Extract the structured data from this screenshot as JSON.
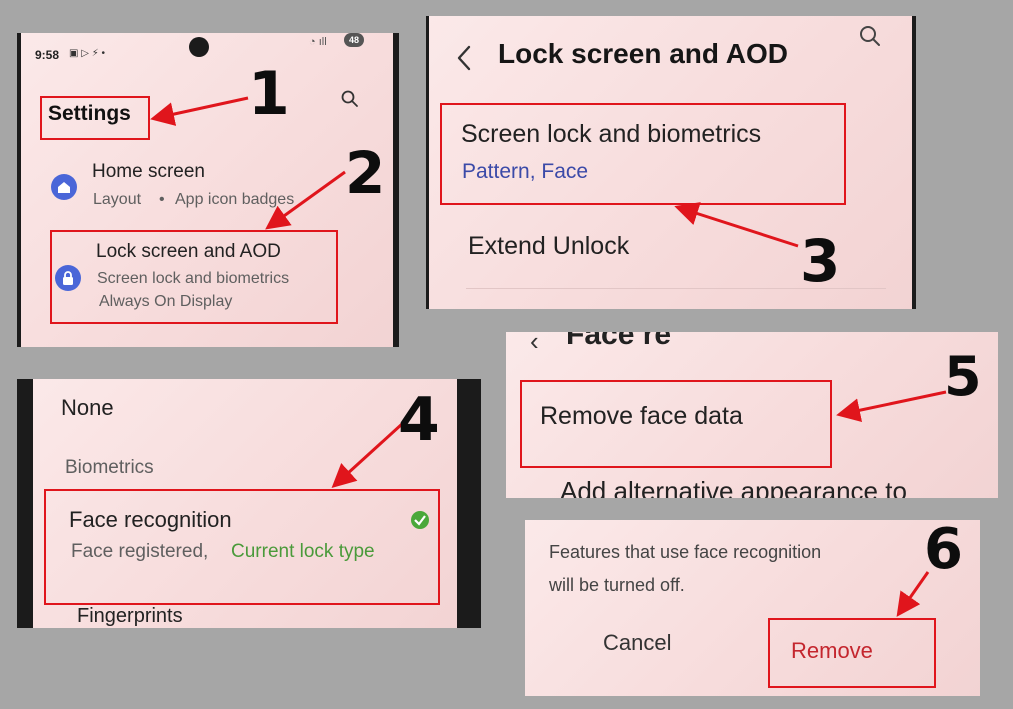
{
  "panel1": {
    "time": "9:58",
    "battery": "48",
    "title": "Settings",
    "home_title": "Home screen",
    "home_sub_1": "Layout",
    "home_sub_2": "App icon badges",
    "lock_title": "Lock screen and AOD",
    "lock_sub_1": "Screen lock and biometrics",
    "lock_sub_2": "Always On Display",
    "search_icon": "search-icon",
    "home_icon": "home-icon",
    "lock_icon": "lock-icon"
  },
  "panel2": {
    "title": "Lock screen and AOD",
    "item1_title": "Screen lock and biometrics",
    "item1_sub": "Pattern, Face",
    "item2_title": "Extend Unlock",
    "accent": "#3b4aa8"
  },
  "panel3": {
    "none_label": "None",
    "section_label": "Biometrics",
    "face_title": "Face recognition",
    "face_sub_1": "Face registered, ",
    "face_sub_2": "Current lock type",
    "fingerprints_label": "Fingerprints",
    "accent": "#4a9a3a"
  },
  "panel4": {
    "top_fragment": "Face re",
    "remove_label": "Remove face data",
    "alt_label": "Add alternative appearance to"
  },
  "panel5": {
    "message_1": "Features that use face recognition",
    "message_2": "will be turned off.",
    "cancel_label": "Cancel",
    "remove_label": "Remove",
    "remove_color": "#c4262e"
  },
  "steps": {
    "s1": "1",
    "s2": "2",
    "s3": "3",
    "s4": "4",
    "s5": "5",
    "s6": "6"
  }
}
